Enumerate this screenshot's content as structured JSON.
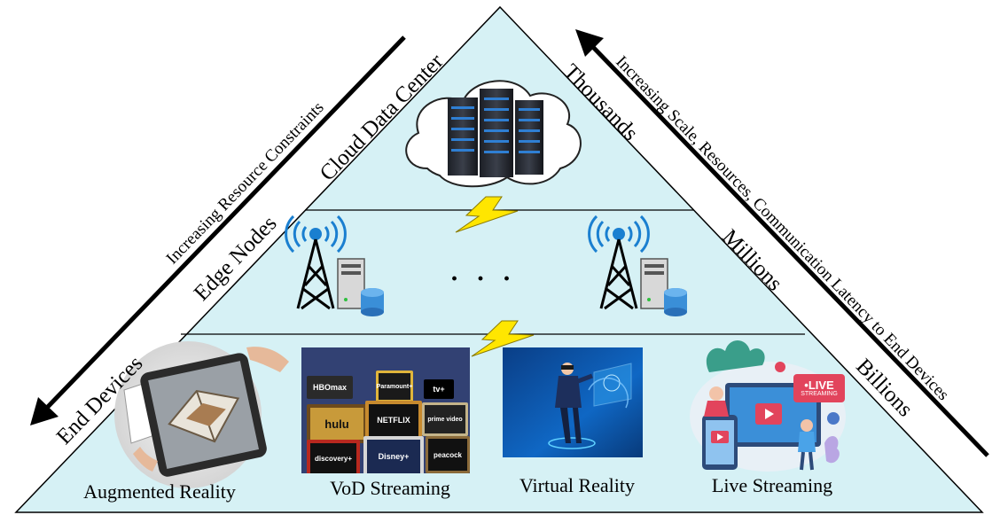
{
  "tiers": {
    "cloud": {
      "label": "Cloud Data Center",
      "count": "Thousands"
    },
    "edge": {
      "label": "Edge Nodes",
      "count": "Millions"
    },
    "end": {
      "label": "End Devices",
      "count": "Billions"
    }
  },
  "arrows": {
    "left": {
      "label": "Increasing Resource Constraints"
    },
    "right": {
      "label": "Increasing Scale, Resources, Communication Latency to End Devices"
    }
  },
  "edge_ellipsis": "· · ·",
  "applications": [
    {
      "label": "Augmented Reality"
    },
    {
      "label": "VoD Streaming"
    },
    {
      "label": "Virtual Reality"
    },
    {
      "label": "Live Streaming"
    }
  ],
  "vod_logos": [
    "HBOmax",
    "Paramount+",
    "tv+",
    "hulu",
    "NETFLIX",
    "prime video",
    "discovery+",
    "Disney+",
    "peacock"
  ],
  "live_badge": {
    "line1": "•LIVE",
    "line2": "STREAMING"
  },
  "colors": {
    "pyramid_fill": "#d6f1f5",
    "lightning": "#ffe600",
    "server_blue": "#2f7fd3",
    "vr_bg": "#0b5fb5",
    "live_screen": "#3b8fd8"
  }
}
